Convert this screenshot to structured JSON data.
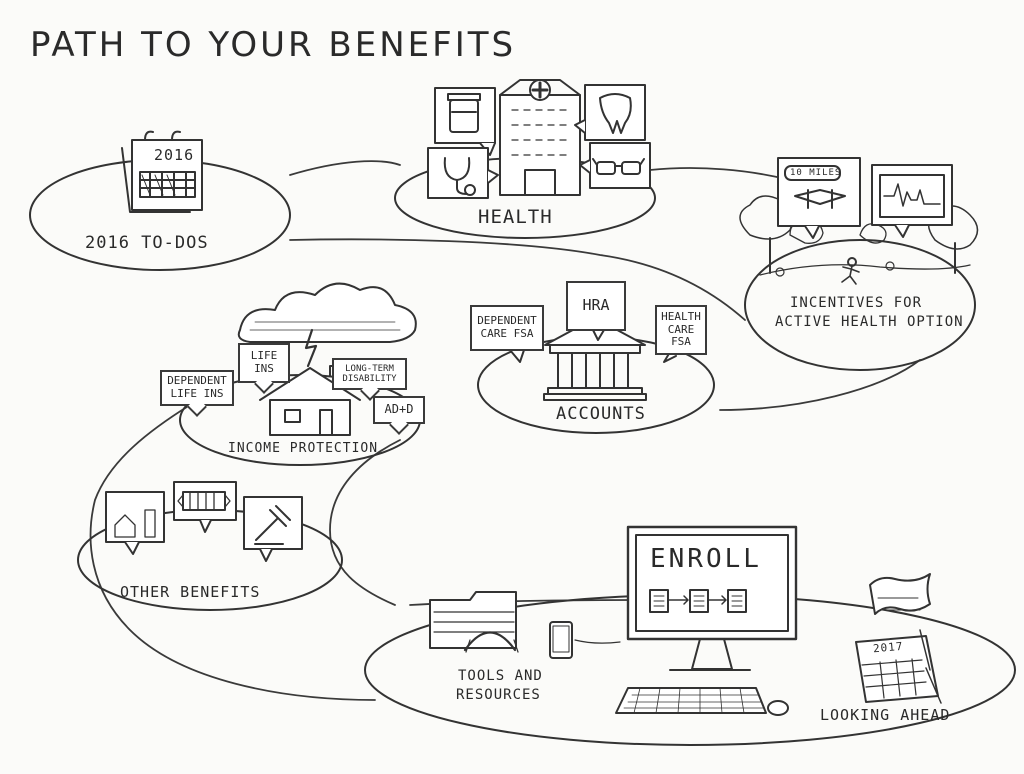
{
  "title": "PATH TO YOUR BENEFITS",
  "stops": {
    "todos": {
      "label": "2016 TO-DOS",
      "calendar_year": "2016"
    },
    "health": {
      "label": "HEALTH"
    },
    "incentives": {
      "label_line1": "INCENTIVES FOR",
      "label_line2": "ACTIVE HEALTH OPTION",
      "sign_text": "10 MILES"
    },
    "accounts": {
      "label": "ACCOUNTS",
      "bubbles": {
        "left": "DEPENDENT CARE FSA",
        "center": "HRA",
        "right": "HEALTH CARE FSA"
      }
    },
    "income_protection": {
      "label": "INCOME PROTECTION",
      "bubbles": {
        "dependent": "DEPENDENT LIFE INS",
        "life": "LIFE INS",
        "disability": "LONG-TERM DISABILITY",
        "add": "AD+D"
      }
    },
    "other_benefits": {
      "label": "OTHER BENEFITS"
    },
    "tools": {
      "label_line1": "TOOLS AND",
      "label_line2": "RESOURCES"
    },
    "enroll": {
      "screen_title": "ENROLL"
    },
    "looking_ahead": {
      "label": "LOOKING AHEAD",
      "calendar_year": "2017"
    }
  }
}
